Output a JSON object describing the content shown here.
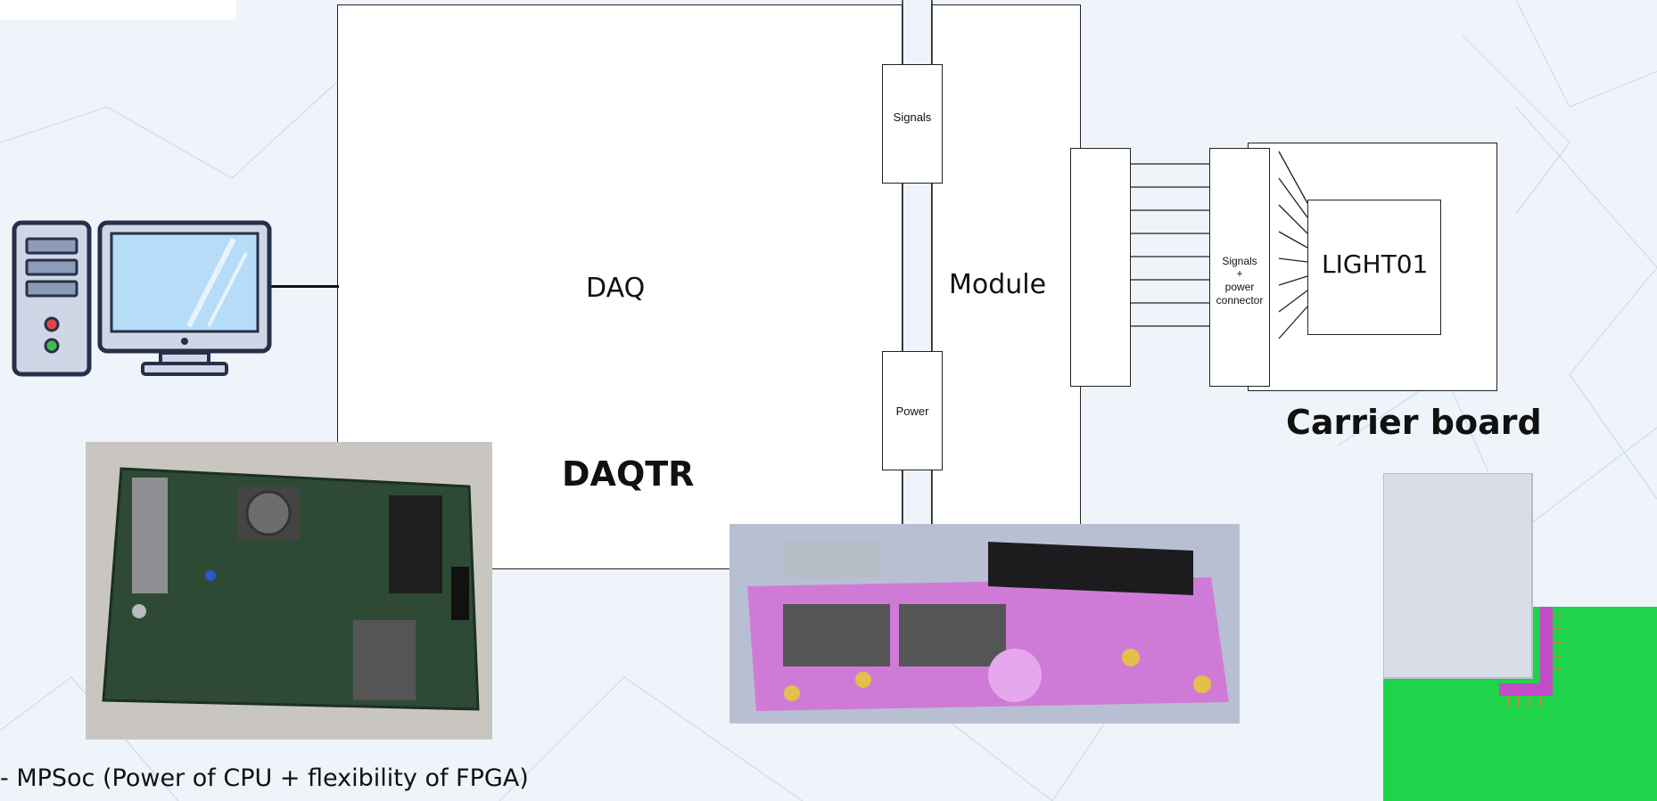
{
  "diagram": {
    "daq_label": "DAQ",
    "daqtr_label": "DAQTR",
    "module_label": "Module",
    "signals_label": "Signals",
    "power_label": "Power",
    "connector_label_line1": "Signals",
    "connector_label_line2": "+",
    "connector_label_line3": "power",
    "connector_label_line4": "connector",
    "chip_label": "LIGHT01",
    "carrier_label": "Carrier board",
    "caption": "- MPSoc (Power of CPU + flexibility of FPGA)"
  },
  "icons": {
    "computer": "desktop-computer-icon"
  },
  "colors": {
    "background": "#eef4f9",
    "pcb_green": "#2e4a34",
    "pcb_purple": "#d07ad8",
    "carrier_green": "#1fd34a",
    "sensor_gray": "#d9dde6"
  }
}
